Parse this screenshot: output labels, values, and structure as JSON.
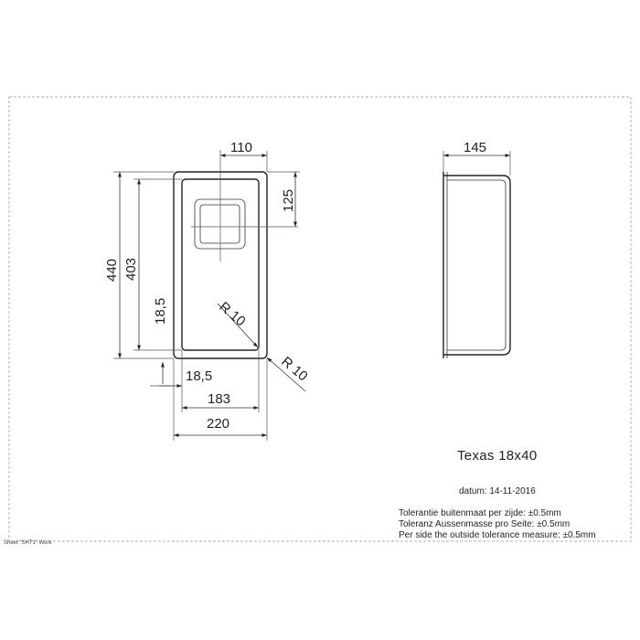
{
  "drawing": {
    "dimensions": {
      "drain_width": "110",
      "drain_height": "125",
      "outer_height": "440",
      "inner_height": "403",
      "wall_side": "18,5",
      "corner_radius_inner": "R 10",
      "corner_radius_outer": "R 10",
      "wall_bottom": "18,5",
      "inner_width": "183",
      "outer_width": "220",
      "depth": "145"
    },
    "title": "Texas 18x40",
    "date_line": "datum: 14-11-2016",
    "tolerances": [
      "Tolerantie buitenmaat per zijde: ±0.5mm",
      "Toleranz Aussenmasse pro Seite: ±0.5mm",
      "Per side the outside tolerance measure: ±0.5mm"
    ],
    "sheet_label": "Sheet \"SHT1\" Work"
  },
  "colors": {
    "line": "#222222",
    "border": "#999999"
  }
}
